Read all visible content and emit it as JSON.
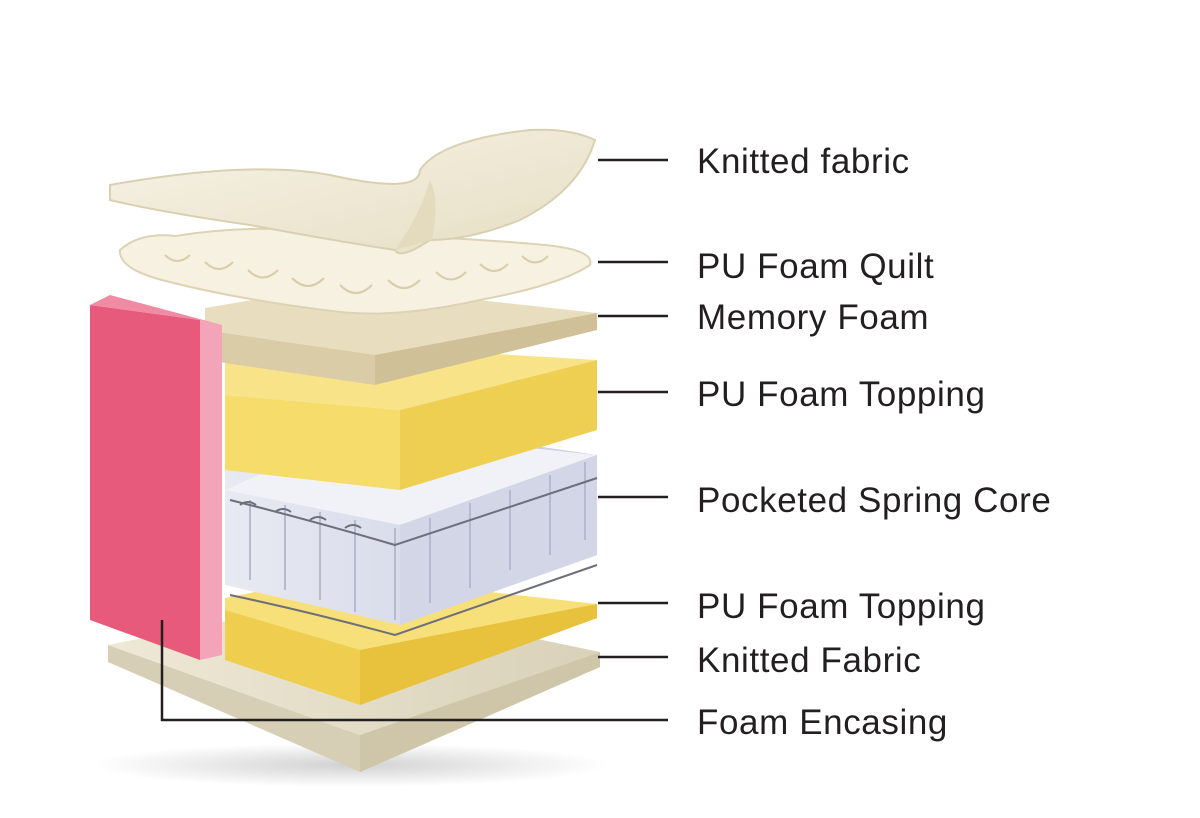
{
  "diagram": {
    "labels": [
      {
        "id": "knitted-fabric-top",
        "text": "Knitted fabric"
      },
      {
        "id": "pu-foam-quilt",
        "text": "PU Foam Quilt"
      },
      {
        "id": "memory-foam",
        "text": "Memory Foam"
      },
      {
        "id": "pu-foam-topping-upper",
        "text": "PU Foam Topping"
      },
      {
        "id": "pocketed-spring-core",
        "text": "Pocketed Spring Core"
      },
      {
        "id": "pu-foam-topping-lower",
        "text": "PU Foam Topping"
      },
      {
        "id": "knitted-fabric-bottom",
        "text": "Knitted Fabric"
      },
      {
        "id": "foam-encasing",
        "text": "Foam Encasing"
      }
    ]
  },
  "colors": {
    "fabric": "#efe9d6",
    "quilt": "#f4efdf",
    "memory_foam": "#e3d8b8",
    "pu_foam": "#f6de74",
    "spring_core": "#dfe1ee",
    "encasing": "#e85a7c",
    "encasing_edge": "#f3a4b8",
    "leader_line": "#231f20",
    "label_text": "#231f20"
  }
}
